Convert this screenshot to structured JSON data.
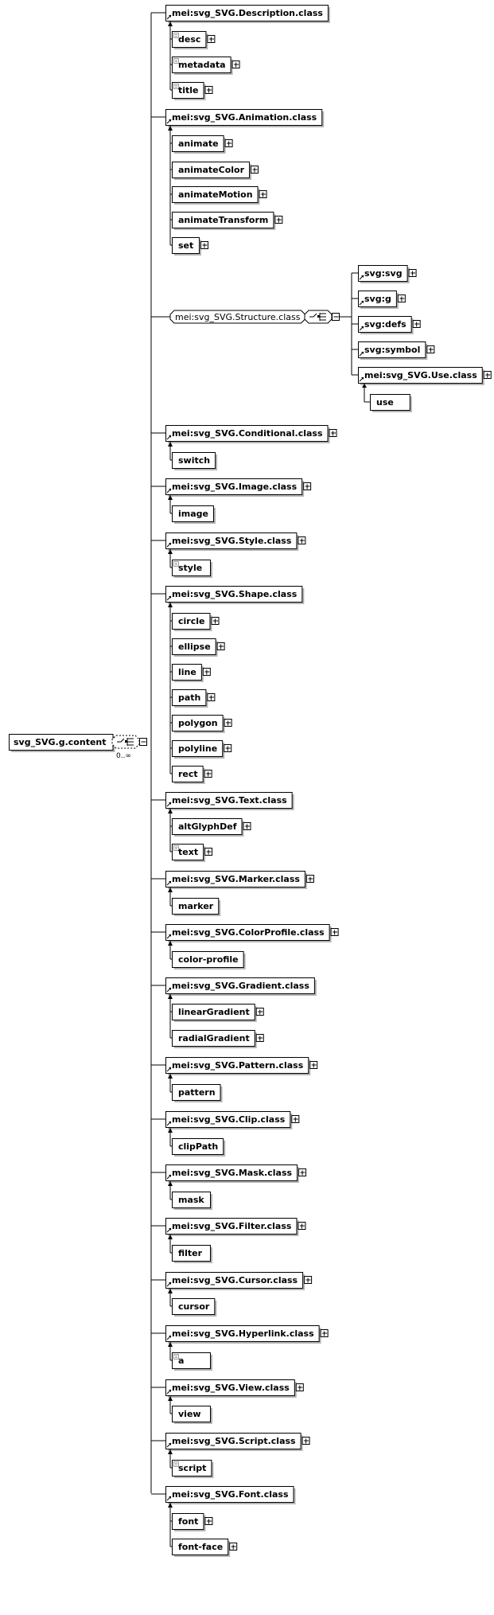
{
  "root": {
    "label": "svg_SVG.g.content",
    "cardinality": "0..∞"
  },
  "groups": [
    {
      "label": "mei:svg_SVG.Description.class",
      "button": false,
      "children": [
        {
          "label": "desc",
          "button": true,
          "marker": true
        },
        {
          "label": "metadata",
          "button": true,
          "marker": true
        },
        {
          "label": "title",
          "button": true,
          "marker": true
        }
      ]
    },
    {
      "label": "mei:svg_SVG.Animation.class",
      "button": false,
      "children": [
        {
          "label": "animate",
          "button": true,
          "marker": false
        },
        {
          "label": "animateColor",
          "button": true,
          "marker": false
        },
        {
          "label": "animateMotion",
          "button": true,
          "marker": false
        },
        {
          "label": "animateTransform",
          "button": true,
          "marker": false
        },
        {
          "label": "set",
          "button": true,
          "marker": false
        }
      ]
    },
    {
      "label": "mei:svg_SVG.Structure.class",
      "structure": true,
      "children": [
        {
          "label": "svg:svg",
          "button": true
        },
        {
          "label": "svg:g",
          "button": true
        },
        {
          "label": "svg:defs",
          "button": true
        },
        {
          "label": "svg:symbol",
          "button": true
        },
        {
          "label": "mei:svg_SVG.Use.class",
          "button": true,
          "sub": "use"
        }
      ]
    },
    {
      "label": "mei:svg_SVG.Conditional.class",
      "button": true,
      "children": [
        {
          "label": "switch",
          "button": false,
          "marker": false
        }
      ]
    },
    {
      "label": "mei:svg_SVG.Image.class",
      "button": true,
      "children": [
        {
          "label": "image",
          "button": false,
          "marker": false
        }
      ]
    },
    {
      "label": "mei:svg_SVG.Style.class",
      "button": true,
      "children": [
        {
          "label": "style",
          "button": false,
          "marker": true
        }
      ]
    },
    {
      "label": "mei:svg_SVG.Shape.class",
      "button": false,
      "children": [
        {
          "label": "circle",
          "button": true,
          "marker": false
        },
        {
          "label": "ellipse",
          "button": true,
          "marker": false
        },
        {
          "label": "line",
          "button": true,
          "marker": false
        },
        {
          "label": "path",
          "button": true,
          "marker": false
        },
        {
          "label": "polygon",
          "button": true,
          "marker": false
        },
        {
          "label": "polyline",
          "button": true,
          "marker": false
        },
        {
          "label": "rect",
          "button": true,
          "marker": false
        }
      ]
    },
    {
      "label": "mei:svg_SVG.Text.class",
      "button": false,
      "children": [
        {
          "label": "altGlyphDef",
          "button": true,
          "marker": false
        },
        {
          "label": "text",
          "button": true,
          "marker": true
        }
      ]
    },
    {
      "label": "mei:svg_SVG.Marker.class",
      "button": true,
      "children": [
        {
          "label": "marker",
          "button": false,
          "marker": false
        }
      ]
    },
    {
      "label": "mei:svg_SVG.ColorProfile.class",
      "button": true,
      "children": [
        {
          "label": "color-profile",
          "button": false,
          "marker": false
        }
      ]
    },
    {
      "label": "mei:svg_SVG.Gradient.class",
      "button": false,
      "children": [
        {
          "label": "linearGradient",
          "button": true,
          "marker": false
        },
        {
          "label": "radialGradient",
          "button": true,
          "marker": false
        }
      ]
    },
    {
      "label": "mei:svg_SVG.Pattern.class",
      "button": true,
      "children": [
        {
          "label": "pattern",
          "button": false,
          "marker": false
        }
      ]
    },
    {
      "label": "mei:svg_SVG.Clip.class",
      "button": true,
      "children": [
        {
          "label": "clipPath",
          "button": false,
          "marker": false
        }
      ]
    },
    {
      "label": "mei:svg_SVG.Mask.class",
      "button": true,
      "children": [
        {
          "label": "mask",
          "button": false,
          "marker": false
        }
      ]
    },
    {
      "label": "mei:svg_SVG.Filter.class",
      "button": true,
      "children": [
        {
          "label": "filter",
          "button": false,
          "marker": false
        }
      ]
    },
    {
      "label": "mei:svg_SVG.Cursor.class",
      "button": true,
      "children": [
        {
          "label": "cursor",
          "button": false,
          "marker": false
        }
      ]
    },
    {
      "label": "mei:svg_SVG.Hyperlink.class",
      "button": true,
      "children": [
        {
          "label": "a",
          "button": false,
          "marker": true
        }
      ]
    },
    {
      "label": "mei:svg_SVG.View.class",
      "button": true,
      "children": [
        {
          "label": "view",
          "button": false,
          "marker": false
        }
      ]
    },
    {
      "label": "mei:svg_SVG.Script.class",
      "button": true,
      "children": [
        {
          "label": "script",
          "button": false,
          "marker": true
        }
      ]
    },
    {
      "label": "mei:svg_SVG.Font.class",
      "button": false,
      "children": [
        {
          "label": "font",
          "button": true,
          "marker": false
        },
        {
          "label": "font-face",
          "button": true,
          "marker": false
        }
      ]
    }
  ]
}
